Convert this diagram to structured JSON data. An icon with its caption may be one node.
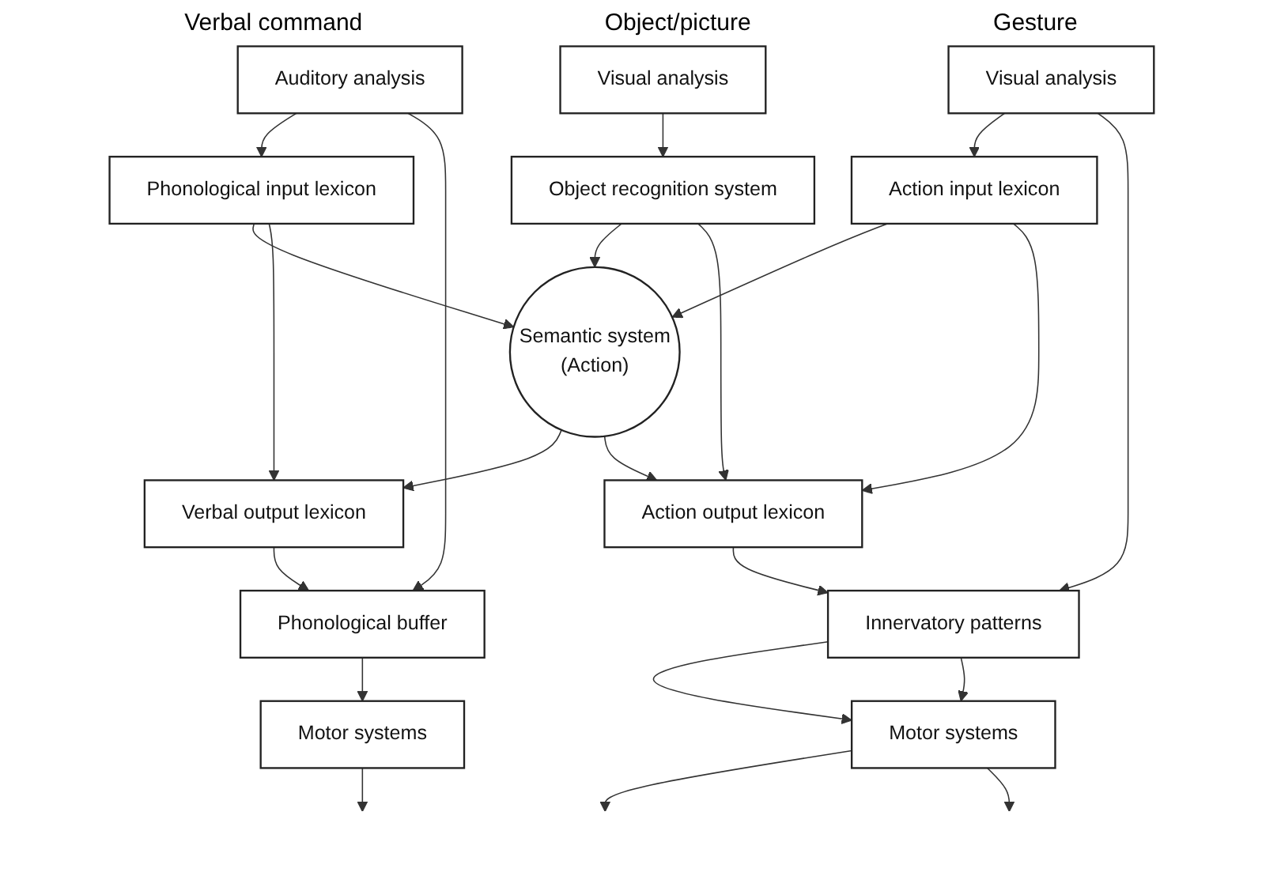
{
  "diagram": {
    "nodes": [
      {
        "text": [
          "Auditory analysis"
        ]
      },
      {
        "text": [
          "Visual analysis"
        ]
      },
      {
        "text": [
          "Visual analysis"
        ]
      },
      {
        "text": [
          "Phonological input lexicon"
        ]
      },
      {
        "text": [
          "Object recognition system"
        ]
      },
      {
        "text": [
          "Action input lexicon"
        ]
      },
      {
        "text": [
          "Semantic system",
          "(Action)"
        ]
      },
      {
        "text": [
          "Verbal output lexicon"
        ]
      },
      {
        "text": [
          "Action output lexicon"
        ]
      },
      {
        "text": [
          "Phonological buffer"
        ]
      },
      {
        "text": [
          "Innervatory patterns"
        ]
      },
      {
        "text": [
          "Motor systems"
        ]
      },
      {
        "text": [
          "Motor systems"
        ]
      }
    ],
    "edges": [
      {
        "from": 0,
        "to": 3,
        "arrow": "to"
      },
      {
        "from": 1,
        "to": 4,
        "arrow": "to"
      },
      {
        "from": 2,
        "to": 5,
        "arrow": "to"
      },
      {
        "from": 3,
        "to": 6,
        "arrow": "to"
      },
      {
        "from": 4,
        "to": 6,
        "arrow": "to"
      },
      {
        "from": 5,
        "to": 6,
        "arrow": "to"
      },
      {
        "from": 4,
        "to": 8,
        "arrow": "to"
      },
      {
        "from": 3,
        "to": 7,
        "arrow": "to"
      },
      {
        "from": 5,
        "to": 8,
        "arrow": "to"
      },
      {
        "from": 6,
        "to": 7,
        "arrow": "to"
      },
      {
        "from": 6,
        "to": 8,
        "arrow": "to"
      },
      {
        "from": 0,
        "to": 9,
        "arrow": "to"
      },
      {
        "from": 2,
        "to": 10,
        "arrow": "to"
      },
      {
        "from": 7,
        "to": 9,
        "arrow": "to"
      },
      {
        "from": 8,
        "to": 10,
        "arrow": "to"
      },
      {
        "from": 9,
        "to": 11,
        "arrow": "to"
      },
      {
        "from": 10,
        "to": 12,
        "arrow": "to"
      },
      {
        "from": 10,
        "to": 12,
        "arrow": "to"
      },
      {
        "from": 11,
        "to": null,
        "arrow": "to"
      },
      {
        "from": 12,
        "to": null,
        "arrow": "to"
      },
      {
        "from": 12,
        "to": null,
        "arrow": "to"
      }
    ],
    "labels": [
      "Verbal command",
      "Object/picture",
      "Gesture"
    ]
  }
}
